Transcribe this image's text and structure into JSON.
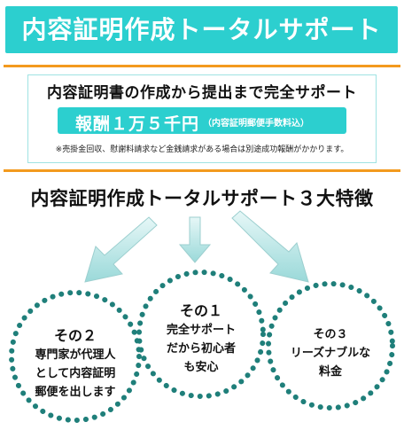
{
  "banner": {
    "title": "内容証明作成トータルサポート"
  },
  "box": {
    "headline": "内容証明書の作成から提出まで完全サポート",
    "fee": "報酬１万５千円",
    "fee_note": "（内容証明郵便手数料込）",
    "note": "※売掛金回収、慰謝料請求など金銭請求がある場合は別途成功報酬がかかります。"
  },
  "features": {
    "title": "内容証明作成トータルサポート３大特徴",
    "items": [
      {
        "heading": "その１",
        "lines": [
          "完全サポート",
          "だから初心者",
          "も安心"
        ]
      },
      {
        "heading": "その２",
        "lines": [
          "専門家が代理人",
          "として内容証明",
          "郵便を出します"
        ]
      },
      {
        "heading": "その３",
        "lines": [
          "リーズナブルな",
          "料金"
        ]
      }
    ]
  },
  "colors": {
    "accent": "#2ccfcf",
    "rule": "#f39a1e",
    "dots": "#1f7f7a",
    "arrow": "#8fd7d7"
  }
}
